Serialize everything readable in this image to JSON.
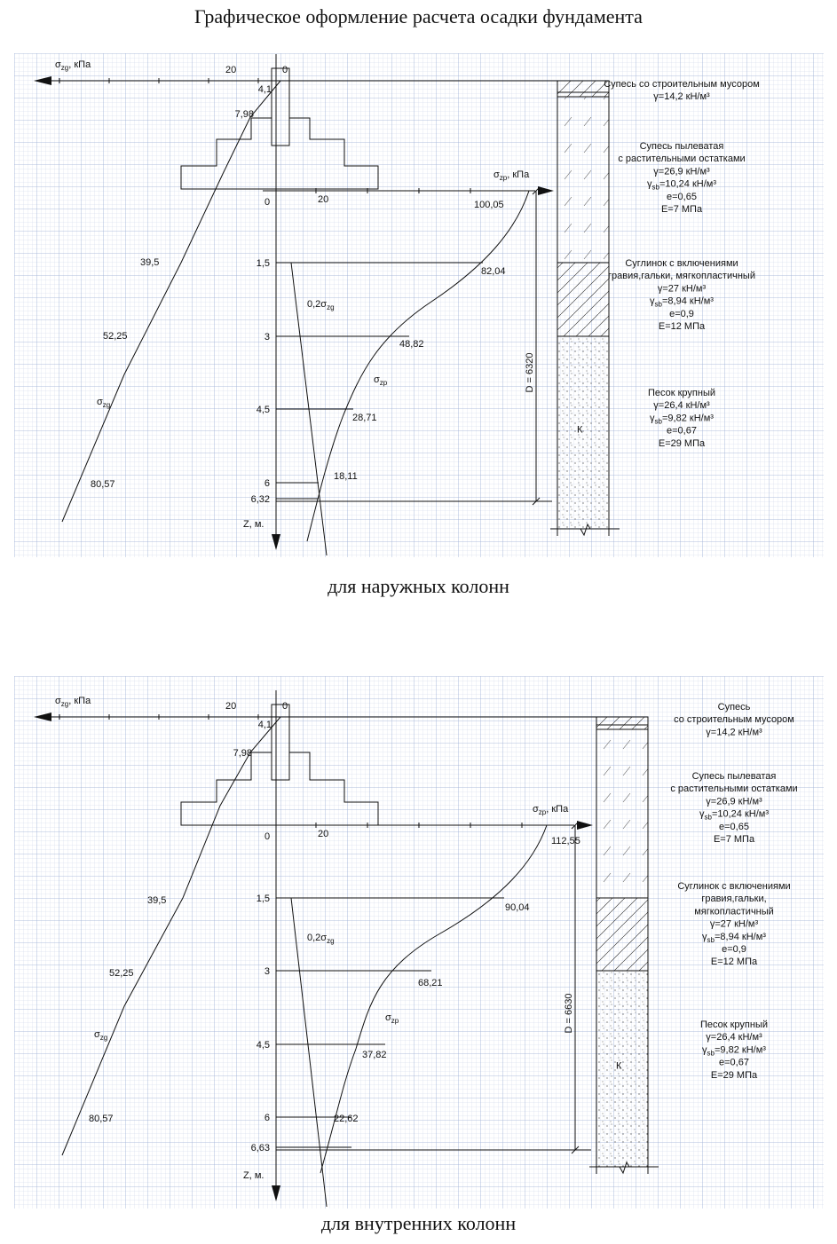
{
  "title": "Графическое оформление расчета осадки фундамента",
  "panels": [
    {
      "caption": "для наружных колонн",
      "sigma_zg_axis": "σzg, кПа",
      "sigma_zp_axis": "σzp, кПа",
      "z_axis": "Z, м.",
      "top_tick_20": "20",
      "top_tick_0": "0",
      "zp_tick_0": "0",
      "zp_tick_20": "20",
      "sigma_zg_values": [
        "4,1",
        "7,98",
        "39,5",
        "52,25",
        "80,57"
      ],
      "sigma_zp_values": [
        "100,05",
        "82,04",
        "48,82",
        "28,71",
        "18,11"
      ],
      "depths": [
        "1,5",
        "3",
        "4,5",
        "6",
        "6,32"
      ],
      "label_02": "0,2σzg",
      "label_zp": "σzp",
      "label_zg": "σzg",
      "D_label": "D = 6320",
      "layers": [
        {
          "lines": [
            "Супесь со строительным мусором",
            "γ=14,2 кН/м³"
          ]
        },
        {
          "lines": [
            "Супесь пылеватая",
            "с растительными остатками",
            "γ=26,9 кН/м³",
            "γsb=10,24 кН/м³",
            "е=0,65",
            "Е=7 МПа"
          ]
        },
        {
          "lines": [
            "Суглинок с включениями",
            "гравия,гальки, мягкопластичный",
            "γ=27 кН/м³",
            "γsb=8,94 кН/м³",
            "е=0,9",
            "Е=12 МПа"
          ]
        },
        {
          "lines": [
            "Песок крупный",
            "γ=26,4 кН/м³",
            "γsb=9,82 кН/м³",
            "е=0,67",
            "Е=29 МПа"
          ]
        }
      ],
      "sand_letter": "К"
    },
    {
      "caption": "для внутренних колонн",
      "sigma_zg_axis": "σzg, кПа",
      "sigma_zp_axis": "σzp, кПа",
      "z_axis": "Z, м.",
      "top_tick_20": "20",
      "top_tick_0": "0",
      "zp_tick_0": "0",
      "zp_tick_20": "20",
      "sigma_zg_values": [
        "4,1",
        "7,98",
        "39,5",
        "52,25",
        "80,57"
      ],
      "sigma_zp_values": [
        "112,55",
        "90,04",
        "68,21",
        "37,82",
        "22,62"
      ],
      "depths": [
        "1,5",
        "3",
        "4,5",
        "6",
        "6,63"
      ],
      "label_02": "0,2σzg",
      "label_zp": "σzp",
      "label_zg": "σzg",
      "D_label": "D = 6630",
      "layers": [
        {
          "lines": [
            "Супесь",
            "со строительным мусором",
            "γ=14,2 кН/м³"
          ]
        },
        {
          "lines": [
            "Супесь пылеватая",
            "с растительными остатками",
            "γ=26,9 кН/м³",
            "γsb=10,24 кН/м³",
            "е=0,65",
            "Е=7 МПа"
          ]
        },
        {
          "lines": [
            "Суглинок с включениями",
            "гравия,гальки,",
            "мягкопластичный",
            "γ=27 кН/м³",
            "γsb=8,94 кН/м³",
            "е=0,9",
            "Е=12 МПа"
          ]
        },
        {
          "lines": [
            "Песок крупный",
            "γ=26,4 кН/м³",
            "γsb=9,82 кН/м³",
            "е=0,67",
            "Е=29 МПа"
          ]
        }
      ],
      "sand_letter": "К"
    }
  ]
}
